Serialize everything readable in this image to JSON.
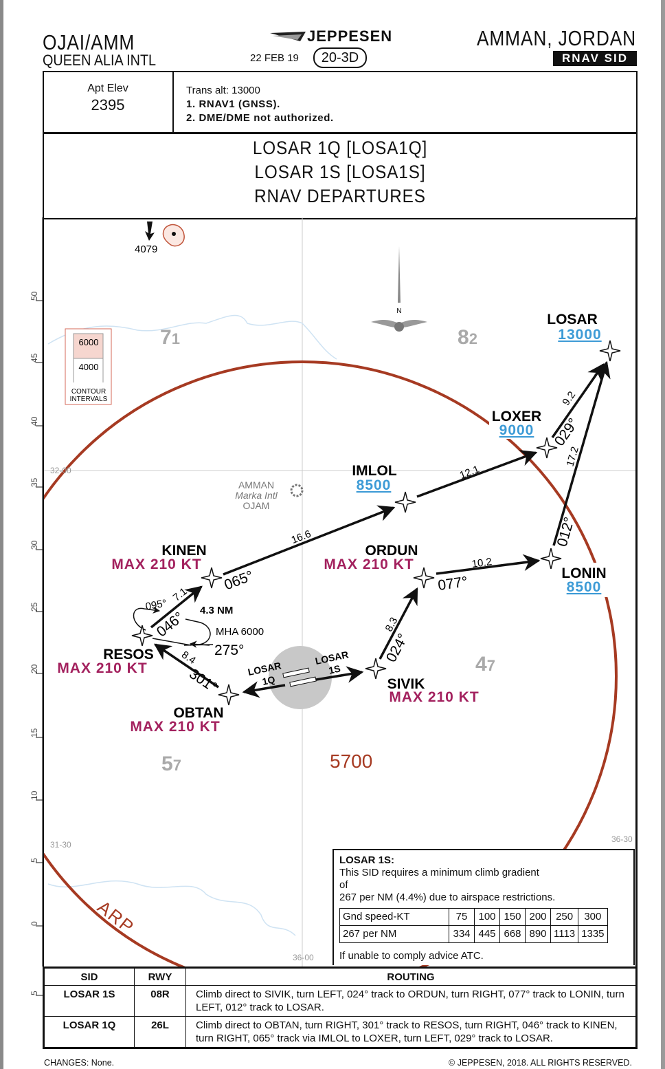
{
  "header": {
    "icao_iata": "OJAI/AMM",
    "airport_name": "QUEEN ALIA INTL",
    "publisher": "JEPPESEN",
    "date": "22 FEB 19",
    "chart_number": "20-3D",
    "city": "AMMAN, JORDAN",
    "chart_type": "RNAV SID"
  },
  "info": {
    "apt_elev_label": "Apt Elev",
    "apt_elev": "2395",
    "trans_alt": "Trans alt: 13000",
    "note1": "1. RNAV1 (GNSS).",
    "note2": "2. DME/DME not authorized."
  },
  "titles": [
    "LOSAR 1Q [LOSA1Q]",
    "LOSAR 1S [LOSA1S]",
    "RNAV DEPARTURES"
  ],
  "map": {
    "lat_scale": [
      "50",
      "45",
      "40",
      "35",
      "30",
      "25",
      "20",
      "15",
      "10",
      "5",
      "0",
      "5"
    ],
    "grid_labels": {
      "lat_north": "32-00",
      "lat_south": "31-30",
      "lon_mid": "36-00",
      "lon_east": "36-30"
    },
    "obstacle": "4079",
    "contour": {
      "upper": "6000",
      "lower": "4000",
      "label1": "CONTOUR",
      "label2": "INTERVALS"
    },
    "mora": [
      {
        "big": "7",
        "small": "1"
      },
      {
        "big": "8",
        "small": "2"
      },
      {
        "big": "4",
        "small": "7"
      },
      {
        "big": "5",
        "small": "7"
      }
    ],
    "msa_altitude": "5700",
    "arp_label": "ARP",
    "compass_label": "N",
    "airport_ref": {
      "line1": "AMMAN",
      "line2": "Marka Intl",
      "line3": "OJAM"
    },
    "waypoints": {
      "losar": {
        "name": "LOSAR",
        "alt": "13000"
      },
      "loxer": {
        "name": "LOXER",
        "alt": "9000"
      },
      "imlol": {
        "name": "IMLOL",
        "alt": "8500"
      },
      "lonin": {
        "name": "LONIN",
        "alt": "8500"
      },
      "kinen": {
        "name": "KINEN",
        "speed": "MAX 210 KT"
      },
      "ordun": {
        "name": "ORDUN",
        "speed": "MAX 210 KT"
      },
      "resos": {
        "name": "RESOS",
        "speed": "MAX 210 KT"
      },
      "sivik": {
        "name": "SIVIK",
        "speed": "MAX 210 KT"
      },
      "obtan": {
        "name": "OBTAN",
        "speed": "MAX 210 KT"
      }
    },
    "legs": {
      "kinen_imlol_dist": "16.6",
      "kinen_track": "065°",
      "imlol_loxer_dist": "12.1",
      "ordun_lonin_dist": "10.2",
      "ordun_track": "077°",
      "lonin_losar_dist": "17.2",
      "lonin_track": "012°",
      "loxer_losar_dist": "9.2",
      "loxer_track": "029°",
      "sivik_ordun_dist": "8.3",
      "sivik_track": "024°",
      "obtan_resos_dist": "8.4",
      "obtan_track": "301°",
      "resos_kinen_dist": "7.1",
      "resos_track": "046°",
      "hold_inbound": "095°",
      "hold_outbound": "275°",
      "hold_leg": "4.3 NM",
      "hold_mha": "MHA 6000"
    },
    "runway_labels": {
      "q_line1": "LOSAR",
      "q_line2": "1Q",
      "s_line1": "LOSAR",
      "s_line2": "1S"
    }
  },
  "climb_note": {
    "title": "LOSAR 1S:",
    "text1": "This SID requires a minimum climb gradient",
    "text2": "of",
    "text3": "267 per NM (4.4%) due to airspace restrictions.",
    "row1_label": "Gnd speed-KT",
    "speeds": [
      "75",
      "100",
      "150",
      "200",
      "250",
      "300"
    ],
    "row2_label": "267 per NM",
    "rates": [
      "334",
      "445",
      "668",
      "890",
      "1113",
      "1335"
    ],
    "footer": "If unable to comply advice ATC."
  },
  "routing_table": {
    "headers": [
      "SID",
      "RWY",
      "ROUTING"
    ],
    "rows": [
      {
        "sid": "LOSAR 1S",
        "rwy": "08R",
        "routing": "Climb direct to SIVIK, turn LEFT, 024° track to ORDUN, turn RIGHT, 077° track to LONIN, turn LEFT, 012° track to LOSAR."
      },
      {
        "sid": "LOSAR 1Q",
        "rwy": "26L",
        "routing": "Climb direct to OBTAN, turn RIGHT, 301° track to RESOS, turn RIGHT, 046° track to KINEN, turn RIGHT, 065° track via IMLOL to LOXER, turn LEFT, 029° track to LOSAR."
      }
    ]
  },
  "footer": {
    "changes": "CHANGES:  None.",
    "copyright": "© JEPPESEN, 2018. ALL RIGHTS RESERVED."
  },
  "colors": {
    "speed": "#a3215e",
    "altitude": "#3d9bd6",
    "msa_arc": "#a63a22",
    "mora": "#aaaaaa"
  }
}
